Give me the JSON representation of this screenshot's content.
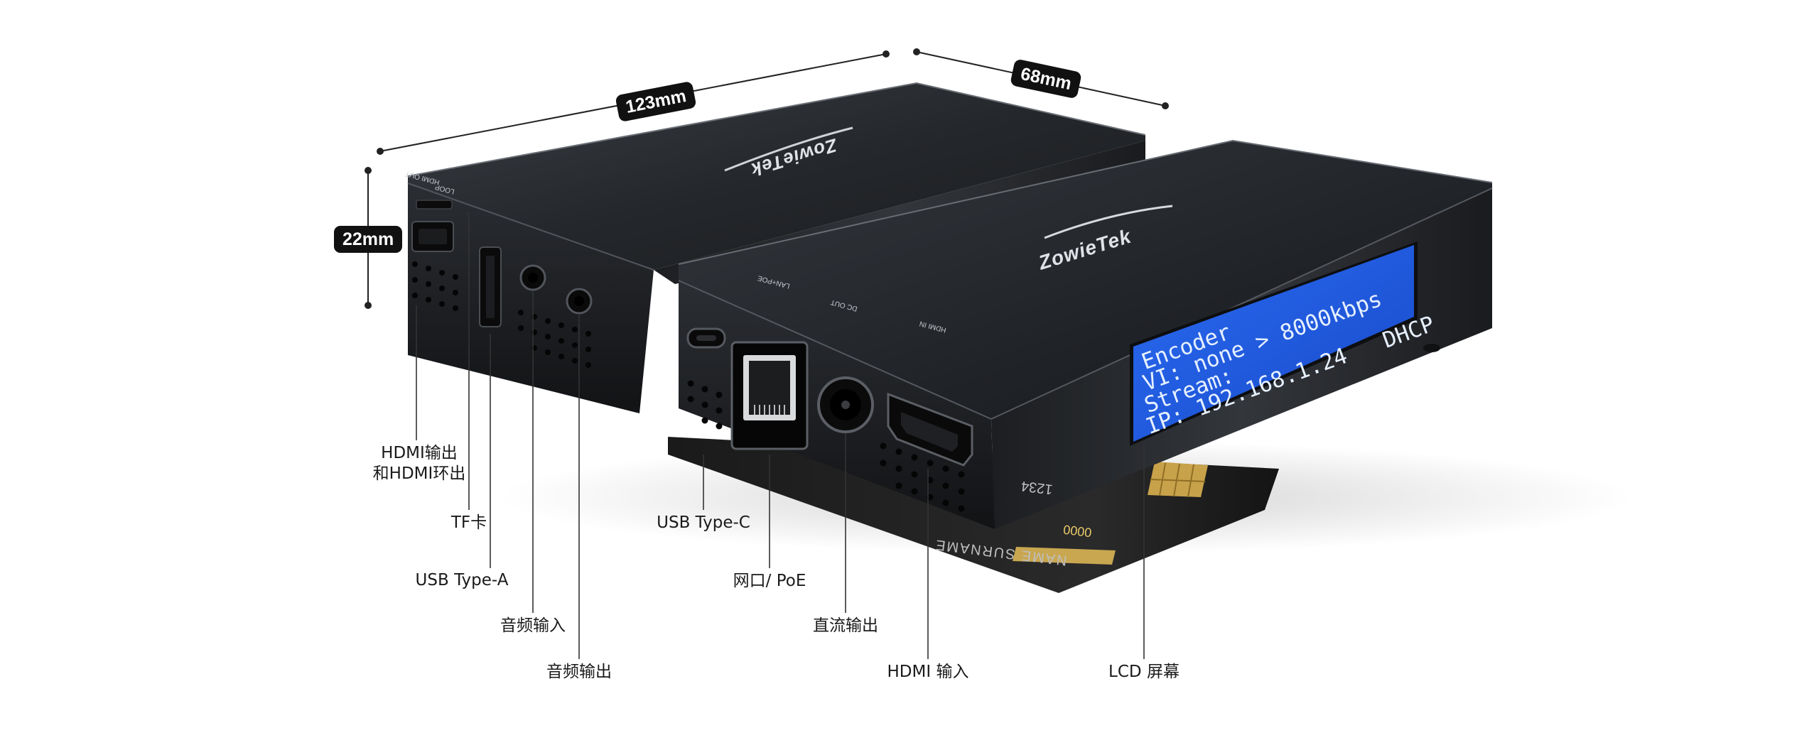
{
  "dimensions": {
    "length": "123mm",
    "width": "68mm",
    "height": "22mm"
  },
  "brand": "ZowieTek",
  "lcd": {
    "line1": "Encoder",
    "line2": "VI: none > 8000kbps",
    "line3": "Stream:",
    "line4": "IP: 192.168.1.24   DHCP"
  },
  "card": {
    "number": "1234",
    "name": "NAME SURNAME",
    "code": "0000"
  },
  "port_markings": {
    "hdmi_out": "HDMI OUT",
    "loop": "LOOP",
    "hdmi_in": "HDMI IN",
    "dc_out": "DC OUT",
    "poe": "LAN+POE"
  },
  "callouts": {
    "hdmi_out_loop_line1": "HDMI输出",
    "hdmi_out_loop_line2": "和HDMI环出",
    "tf_card": "TF卡",
    "usb_type_a": "USB Type-A",
    "audio_in_left": "音频输入",
    "audio_out_left": "音频输出",
    "usb_type_c": "USB Type-C",
    "lan_poe": "网口/ PoE",
    "dc_out": "直流输出",
    "hdmi_in": "HDMI 输入",
    "lcd_screen": "LCD 屏幕"
  },
  "colors": {
    "lcd_blue": "#1f5fe6",
    "device_body": "#2a2d31",
    "text": "#1a1a1a"
  }
}
